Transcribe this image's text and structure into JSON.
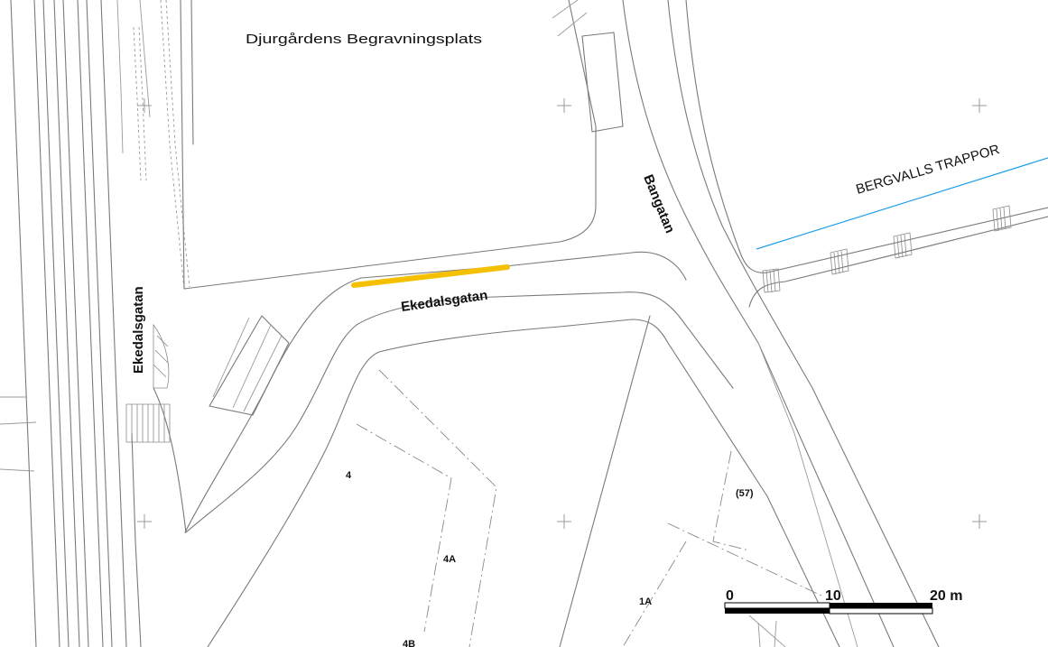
{
  "map": {
    "place_labels": {
      "cemetery": "Djurgårdens Begravningsplats",
      "bergvalls_trappor": "BERGVALLS TRAPPOR"
    },
    "street_labels": {
      "ekedalsgatan_west": "Ekedalsgatan",
      "ekedalsgatan_center": "Ekedalsgatan",
      "bangatan": "Bangatan"
    },
    "house_numbers": {
      "n4": "4",
      "n4a": "4A",
      "n4b": "4B",
      "n1a": "1A",
      "n57": "(57)"
    },
    "scale_bar": {
      "label_0": "0",
      "label_10": "10",
      "label_20": "20 m"
    },
    "colors": {
      "highlight": "#f5c000",
      "stairs_line": "#1ea0ea",
      "map_lines": "#7a7a7a"
    }
  }
}
